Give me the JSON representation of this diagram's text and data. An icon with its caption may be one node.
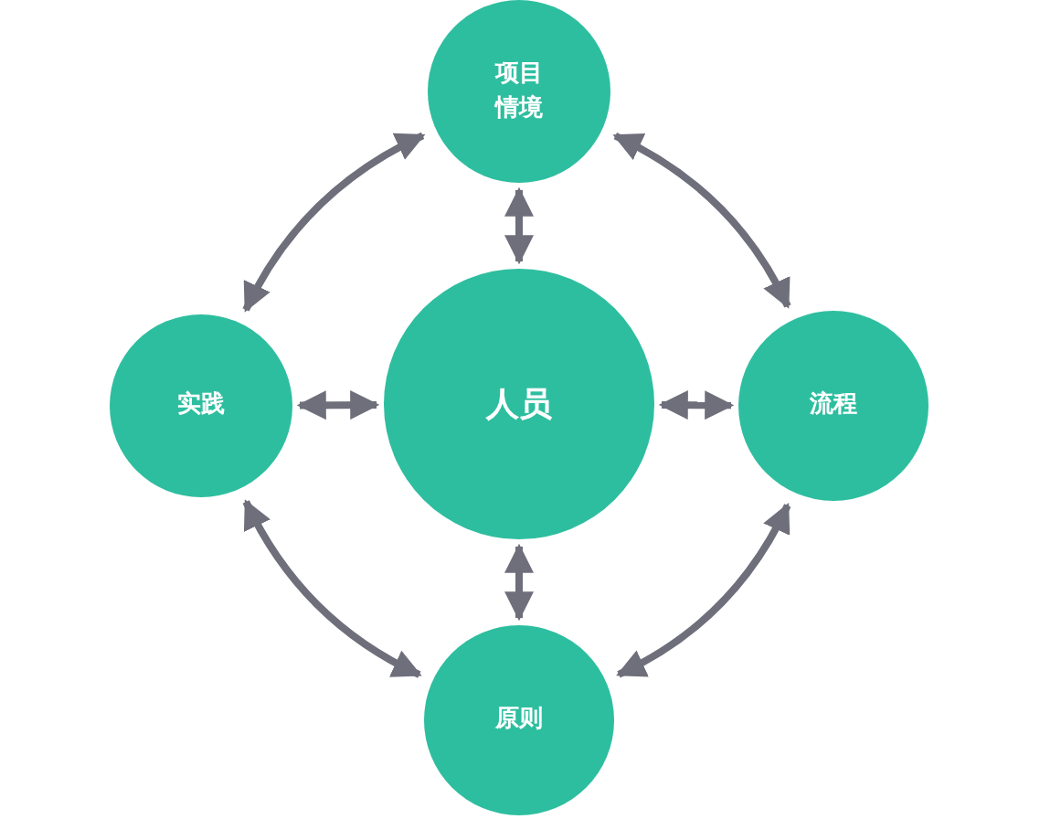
{
  "diagram": {
    "nodes": [
      {
        "text": [
          "人员"
        ]
      },
      {
        "text": [
          "项目情境"
        ]
      },
      {
        "text": [
          "实践"
        ]
      },
      {
        "text": [
          "流程"
        ]
      },
      {
        "text": [
          "原则"
        ]
      }
    ],
    "edges": [
      {
        "from": 0,
        "to": 1,
        "arrow": "both"
      },
      {
        "from": 0,
        "to": 2,
        "arrow": "both"
      },
      {
        "from": 0,
        "to": 3,
        "arrow": "both"
      },
      {
        "from": 0,
        "to": 4,
        "arrow": "both"
      },
      {
        "from": 1,
        "to": 2,
        "arrow": "both"
      },
      {
        "from": 1,
        "to": 3,
        "arrow": "both"
      },
      {
        "from": 2,
        "to": 4,
        "arrow": "both"
      },
      {
        "from": 3,
        "to": 4,
        "arrow": "both"
      }
    ]
  }
}
